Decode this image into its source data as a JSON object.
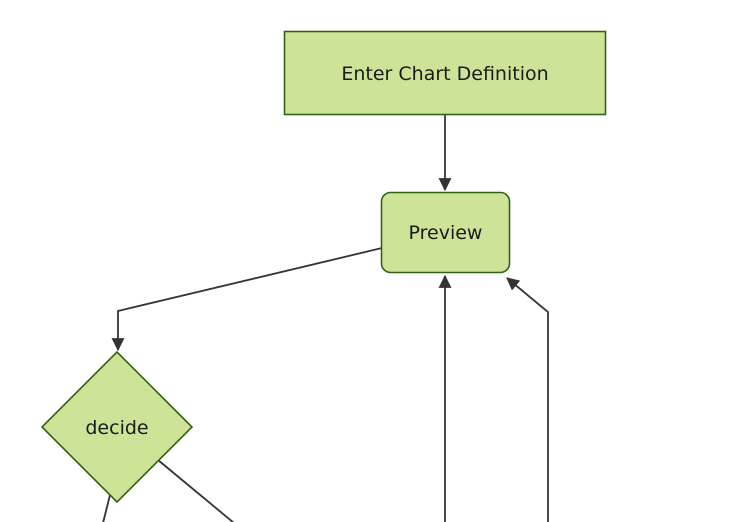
{
  "diagram": {
    "type": "flowchart",
    "orientation": "top-down",
    "background": "#ffffff",
    "node_fill": "#cde498",
    "node_stroke": "#356018",
    "edge_color": "#333333",
    "text_color": "#1a1a1a",
    "nodes": [
      {
        "id": "enter-chart-definition",
        "label": "Enter Chart Definition",
        "shape": "rectangle"
      },
      {
        "id": "preview",
        "label": "Preview",
        "shape": "rounded-rectangle"
      },
      {
        "id": "decide",
        "label": "decide",
        "shape": "diamond"
      }
    ],
    "edges": [
      {
        "from": "enter-chart-definition",
        "to": "preview",
        "arrowhead": true
      },
      {
        "from": "preview",
        "to": "decide",
        "arrowhead": true
      },
      {
        "from": "offscreen-bottom",
        "to": "preview",
        "arrowhead": true
      },
      {
        "from": "offscreen-bottom-right",
        "to": "preview",
        "arrowhead": true
      },
      {
        "from": "decide",
        "to": "offscreen-bottom-left",
        "arrowhead": false
      },
      {
        "from": "decide",
        "to": "offscreen-bottom-right",
        "arrowhead": false
      }
    ]
  }
}
